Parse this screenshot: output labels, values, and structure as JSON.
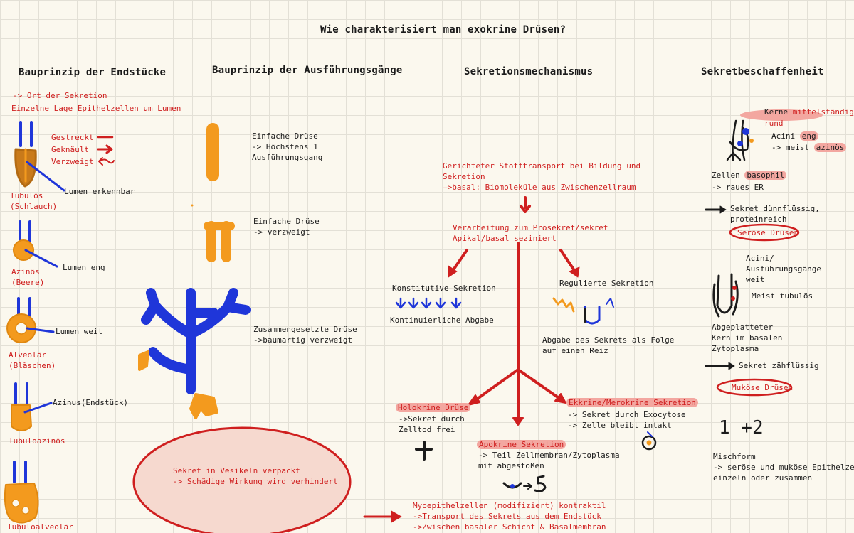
{
  "title": "Wie charakterisiert man exokrine Drüsen?",
  "headers": {
    "col1": "Bauprinzip der Endstücke",
    "col2": "Bauprinzip der Ausführungsgänge",
    "col3": "Sekretionsmechanismus",
    "col4": "Sekretbeschaffenheit"
  },
  "col1": {
    "intro1": "-> Ort der Sekretion",
    "intro2": "Einzelne Lage Epithelzellen um Lumen",
    "legend_gestreckt": "Gestreckt",
    "legend_geknaeult": "Geknäult",
    "legend_verzweigt": "Verzweigt",
    "tubuloes": "Tubulös\n(Schlauch)",
    "tubuloes_note": "Lumen erkennbar",
    "azinoes": "Azinös\n(Beere)",
    "azinoes_note": "Lumen eng",
    "alveolaer": "Alveolär\n(Bläschen)",
    "alveolaer_note": "Lumen weit",
    "tubuloazinoes": "Tubuloazinös",
    "tubuloazinoes_note": "Azinus(Endstück)",
    "tubuloalveolaer": "Tubuloalveolär"
  },
  "col2": {
    "einfach1": "Einfache Drüse\n-> Höchstens 1\nAusführungsgang",
    "einfach2": "Einfache Drüse\n-> verzweigt",
    "zusammengesetzt": "Zusammengesetzte Drüse\n->baumartig verzweigt",
    "vesikel": "Sekret in Vesikeln verpackt\n-> Schädige Wirkung wird verhindert"
  },
  "col3": {
    "gerichtet": "Gerichteter Stofftransport bei Bildung und\nSekretion\n—>basal: Biomoleküle aus Zwischenzellraum",
    "verarbeitung": "Verarbeitung zum Prosekret/sekret\nApikal/basal seziniert",
    "konstitutive": "Konstitutive Sekretion",
    "kontinuierlich": "Kontinuierliche Abgabe",
    "regulierte": "Regulierte Sekretion",
    "abgabe": "Abgabe des Sekrets als Folge\nauf einen Reiz",
    "holokrine": "Holokrine Drüse",
    "holokrine_desc": "->Sekret durch\nZelltod frei",
    "ekkrine": "Ekkrine/Merokrine Sekretion",
    "ekkrine_desc": "-> Sekret durch Exocytose\n-> Zelle bleibt intakt",
    "apokrine": "Apokrine Sekretion",
    "apokrine_desc": "-> Teil Zellmembran/Zytoplasma\nmit abgestoßen",
    "myoepithel": "Myoepithelzellen (modifiziert) kontraktil\n->Transport des Sekrets aus dem Endstück\n->Zwischen basaler Schicht & Basalmembran"
  },
  "col4": {
    "kerne_a": "Kerne ",
    "kerne_b": "mittelständig,",
    "kerne_c": "rund",
    "acini_a": "Acini ",
    "acini_b": "eng",
    "meist_a": "-> meist ",
    "meist_b": "azinös",
    "zellen_a": "Zellen ",
    "zellen_b": "basophil",
    "raues": "-> raues ER",
    "sekret1": "Sekret dünnflüssig,\nproteinreich",
    "seroese": "Seröse Drüsen",
    "acini_weit": "Acini/\nAusführungsgänge\nweit",
    "meist_tubuloes": "Meist tubulös",
    "abgeplatteter": "Abgeplatteter\nKern im basalen\nZytoplasma",
    "sekret2": "Sekret zähflüssig",
    "mukoese": "Muköse Drüsen",
    "formula": "1 +2",
    "mischform": "Mischform\n-> seröse und muköse Epithelzellen\neinzeln oder zusammen"
  },
  "colors": {
    "red": "#cf1f1f",
    "blue": "#1f36d9",
    "orange": "#f39a1e",
    "highlight": "#f3a7a0"
  }
}
